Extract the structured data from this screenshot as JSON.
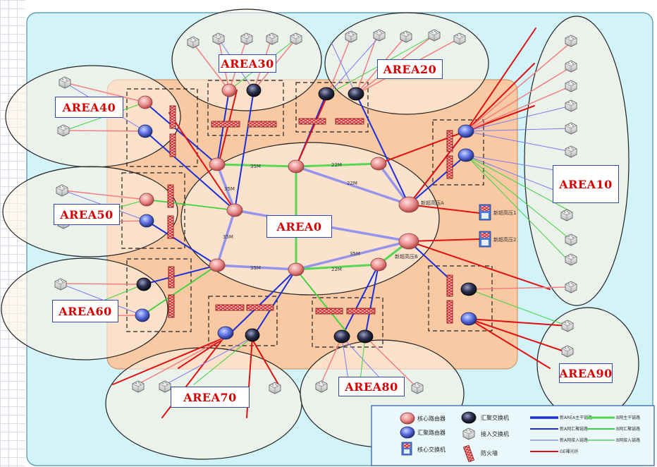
{
  "areas": {
    "area0": "AREA0",
    "area10": "AREA10",
    "area20": "AREA20",
    "area30": "AREA30",
    "area40": "AREA40",
    "area50": "AREA50",
    "area60": "AREA60",
    "area70": "AREA70",
    "area80": "AREA80",
    "area90": "AREA90"
  },
  "link_labels": {
    "top_left": "35M",
    "top_right": "22M",
    "bottom_left": "35M",
    "bottom_right": "22M",
    "diag_right": "22M",
    "left_vert": "35M",
    "left_mid": "35M",
    "center_right": "35M"
  },
  "router_labels": {
    "router_a": "新超高压A",
    "router_b": "新超高压B"
  },
  "side_devices": {
    "dev1": "新超高压1",
    "dev2": "新超高压2"
  },
  "legend": {
    "core_router": "核心路由器",
    "agg_router": "汇聚路由器",
    "core_switch": "核心交换机",
    "agg_switch": "汇聚交换机",
    "access_switch": "接入交换机",
    "firewall": "防火墙",
    "line1": "新AREA主干链路",
    "line2": "B网主干链路",
    "line3": "新A网汇聚链路",
    "line4": "B网汇聚链路",
    "line5": "新A网接入链路",
    "line6": "B网接入链路",
    "line7": "GE裸光纤"
  },
  "colors": {
    "background": "#d2f3f8",
    "core_zone": "#f9c9a3",
    "bubble": "#fff4e6",
    "blue_link": "#1c2fd6",
    "green_link": "#3cd23c",
    "red_link": "#e01010",
    "pink_link": "#f08080"
  }
}
